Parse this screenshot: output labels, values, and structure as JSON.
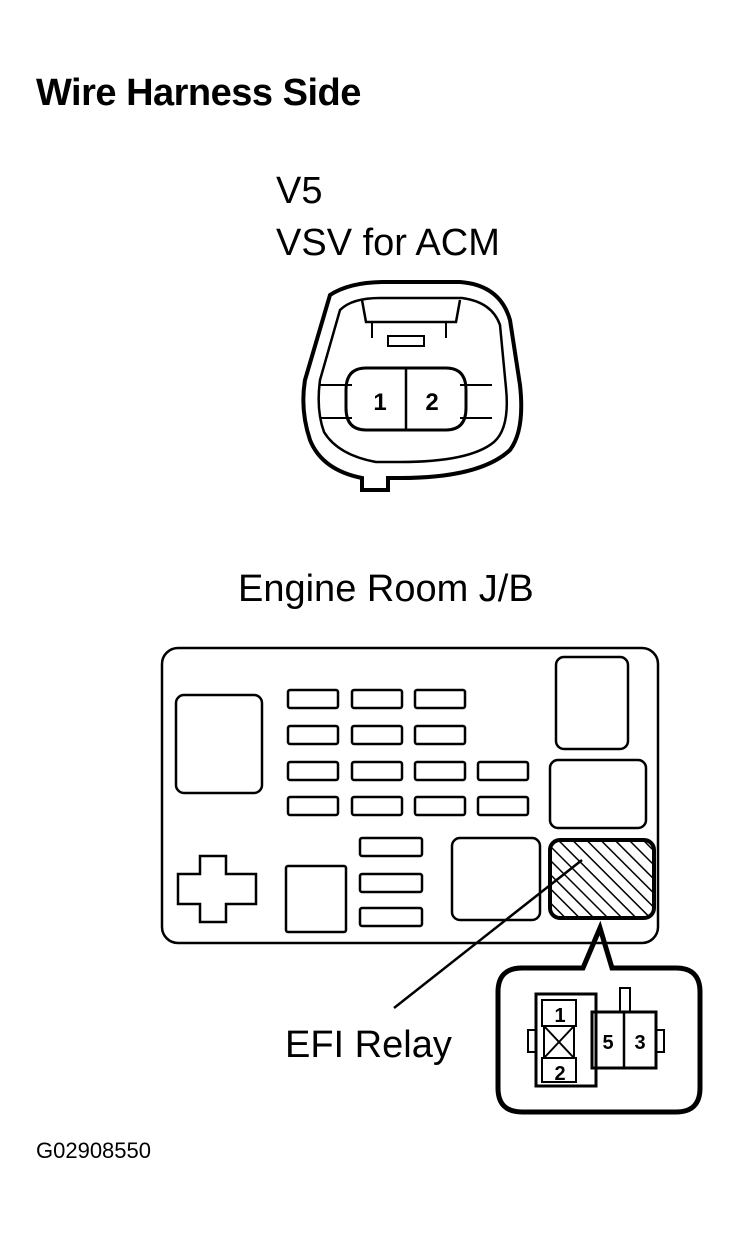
{
  "heading": "Wire Harness Side",
  "connector_v5": {
    "code": "V5",
    "name": "VSV for ACM",
    "pins": [
      "1",
      "2"
    ]
  },
  "junction_block": {
    "title": "Engine Room J/B"
  },
  "efi_relay": {
    "label": "EFI Relay",
    "pins": [
      "1",
      "2",
      "5",
      "3"
    ]
  },
  "figure_code": "G02908550"
}
